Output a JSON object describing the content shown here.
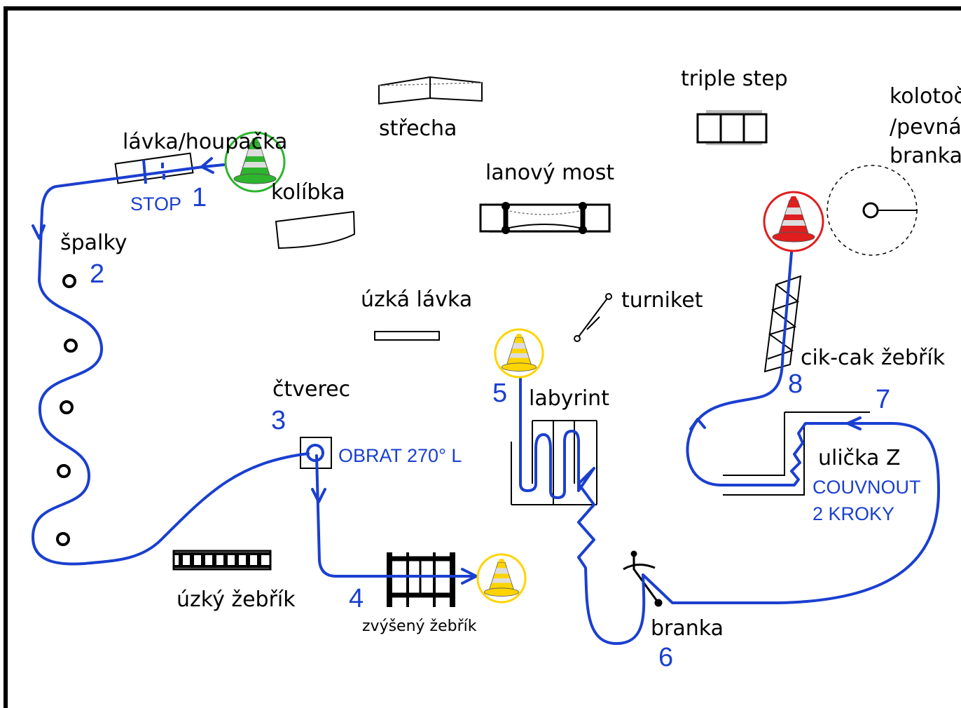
{
  "labels": {
    "lavka": "lávka/houpačka",
    "strecha": "střecha",
    "triple_step": "triple step",
    "kolotoc_1": "kolotoč",
    "kolotoc_2": "/pevná",
    "kolotoc_3": "branka",
    "kolibka": "kolíbka",
    "lanovy_most": "lanový most",
    "spalky": "špalky",
    "uzka_lavka": "úzká lávka",
    "turniket": "turniket",
    "cik_cak": "cik-cak žebřík",
    "ctverec": "čtverec",
    "labyrint": "labyrint",
    "ulicka_z": "ulička Z",
    "uzky_zebrik": "úzký žebřík",
    "zvyseny_zebrik": "zvýšený žebřík",
    "branka": "branka"
  },
  "numbers": {
    "n1": "1",
    "n2": "2",
    "n3": "3",
    "n4": "4",
    "n5": "5",
    "n6": "6",
    "n7": "7",
    "n8": "8"
  },
  "notes": {
    "stop": "STOP",
    "obrat": "OBRAT 270° L",
    "couvnout_1": "COUVNOUT",
    "couvnout_2": "2 KROKY"
  },
  "colors": {
    "path": "#1a3fd0",
    "cone_green": "#2db52d",
    "cone_red": "#e01e1e",
    "cone_yellow": "#ffd400"
  },
  "cones": [
    {
      "name": "start-cone",
      "color": "green"
    },
    {
      "name": "finish-cone",
      "color": "red"
    },
    {
      "name": "cone-4",
      "color": "yellow"
    },
    {
      "name": "cone-5",
      "color": "yellow"
    }
  ]
}
